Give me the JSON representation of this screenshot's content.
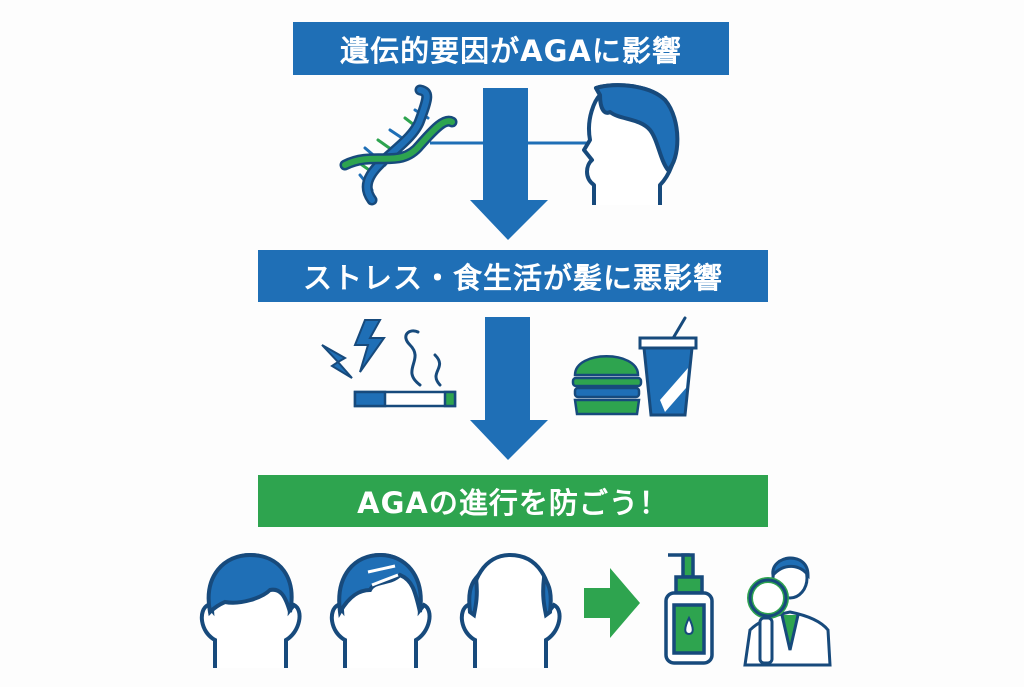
{
  "colors": {
    "blue": "#1f6fb6",
    "dark_blue": "#174a7c",
    "green": "#2ea44f",
    "white": "#ffffff"
  },
  "steps": [
    {
      "label": "遺伝的要因がAGAに影響",
      "color": "#1f6fb6",
      "icons": [
        "dna-icon",
        "man-profile-icon"
      ]
    },
    {
      "label": "ストレス・食生活が髪に悪影響",
      "color": "#1f6fb6",
      "icons": [
        "stress-lightning-icon",
        "cigarette-icon",
        "burger-icon",
        "soft-drink-icon"
      ]
    },
    {
      "label": "AGAの進行を防ごう！",
      "color": "#2ea44f",
      "icons": [
        "full-hair-head-icon",
        "thinning-hair-head-icon",
        "bald-head-icon",
        "green-arrow-icon",
        "hair-tonic-bottle-icon",
        "doctor-magnifier-icon"
      ]
    }
  ]
}
